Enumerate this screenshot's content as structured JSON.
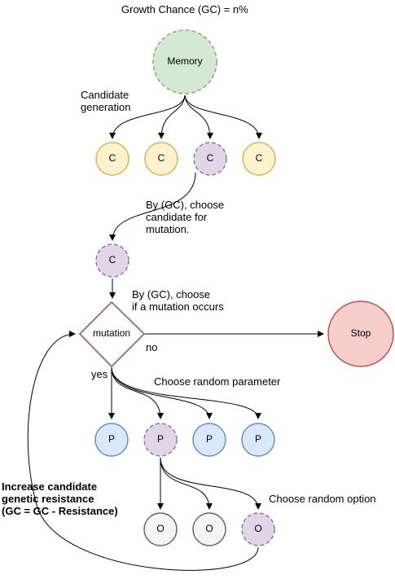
{
  "title": "Growth Chance (GC) = n%",
  "memory": {
    "label": "Memory",
    "color": "#d5e8d4",
    "stroke": "#82b366"
  },
  "labels": {
    "candidate_generation": "Candidate\ngeneration",
    "choose_candidate": "By (GC), choose\ncandidate for\nmutation.",
    "choose_mutation": "By (GC), choose\nif a mutation occurs",
    "no": "no",
    "yes": "yes",
    "choose_parameter": "Choose random parameter",
    "choose_option": "Choose random option",
    "increase_resistance": "Increase candidate\ngenetic resistance\n(GC = GC - Resistance)"
  },
  "candidates": [
    "C",
    "C",
    "C",
    "C"
  ],
  "selected_candidate": "C",
  "mutation": "mutation",
  "stop": "Stop",
  "parameters": [
    "P",
    "P",
    "P",
    "P"
  ],
  "options": [
    "O",
    "O",
    "O"
  ],
  "colors": {
    "candidate_fill": "#fff2cc",
    "candidate_stroke": "#d6b656",
    "selected_fill": "#e1d5e7",
    "selected_stroke": "#9673a6",
    "param_fill": "#dae8fc",
    "param_stroke": "#6c8ebf",
    "option_fill": "#f5f5f5",
    "option_stroke": "#666666",
    "stop_fill": "#f8cecc",
    "stop_stroke": "#b85450",
    "diamond_fill": "#ffffff",
    "diamond_stroke": "#9673a6"
  }
}
